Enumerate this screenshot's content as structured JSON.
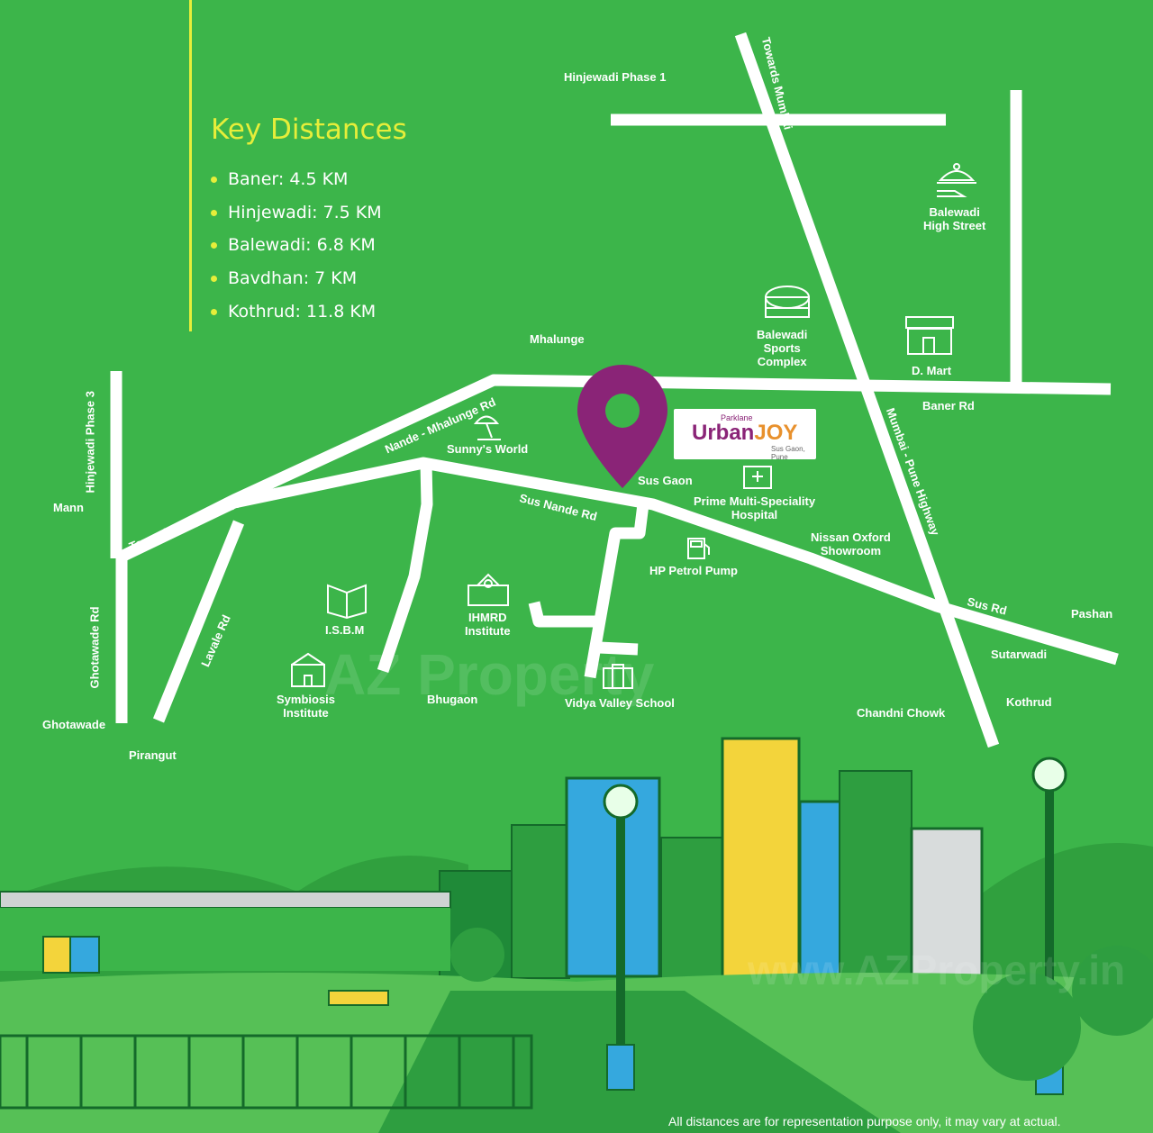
{
  "key_distances": {
    "title": "Key Distances",
    "items": [
      "Baner: 4.5 KM",
      "Hinjewadi: 7.5 KM",
      "Balewadi: 6.8 KM",
      "Bavdhan: 7 KM",
      "Kothrud: 11.8 KM"
    ]
  },
  "brand": {
    "prefix": "Parklane",
    "name_a": "Urban",
    "name_b": "JOY",
    "location": "Sus Gaon, Pune"
  },
  "places": {
    "hinjewadi_phase1": "Hinjewadi Phase 1",
    "mhalunge": "Mhalunge",
    "balewadi_high_street": [
      "Balewadi",
      "High Street"
    ],
    "balewadi_sports": [
      "Balewadi",
      "Sports",
      "Complex"
    ],
    "dmart": "D. Mart",
    "mann": "Mann",
    "sunnys_world": "Sunny's World",
    "sus_gaon": "Sus Gaon",
    "prime_hospital": [
      "Prime Multi-Speciality",
      "Hospital"
    ],
    "nissan": [
      "Nissan Oxford",
      "Showroom"
    ],
    "hp_petrol": "HP Petrol Pump",
    "pashan": "Pashan",
    "isbm": "I.S.B.M",
    "ihmrd": [
      "IHMRD",
      "Institute"
    ],
    "sutarwadi": "Sutarwadi",
    "symbiosis": [
      "Symbiosis",
      "Institute"
    ],
    "bhugaon": "Bhugaon",
    "vidya_valley": "Vidya Valley School",
    "kothrud": "Kothrud",
    "chandni_chowk": "Chandni Chowk",
    "ghotawade": "Ghotawade",
    "pirangut": "Pirangut"
  },
  "roads": {
    "towards_mumbai": "Towards Mumbai",
    "baner_rd": "Baner Rd",
    "mumbai_pune_hwy": "Mumbai - Pune Highway",
    "nande_mhalunge": "Nande - Mhalunge Rd",
    "hinjewadi_phase3": "Hinjewadi Phase 3",
    "towards_hinjewadi": "Towards Hinjewadi Rd",
    "sus_nande": "Sus Nande Rd",
    "sus_rd": "Sus Rd",
    "lavale_rd": "Lavale Rd",
    "ghotawade_rd": "Ghotawade Rd"
  },
  "watermark": "AZ Property",
  "watermark_url": "www.AZProperty.in",
  "footer_note": "All distances are for representation purpose only, it may vary at actual.",
  "colors": {
    "background": "#3cb54a",
    "accent": "#e6ee3a",
    "pin": "#8a2477",
    "road": "#ffffff"
  }
}
